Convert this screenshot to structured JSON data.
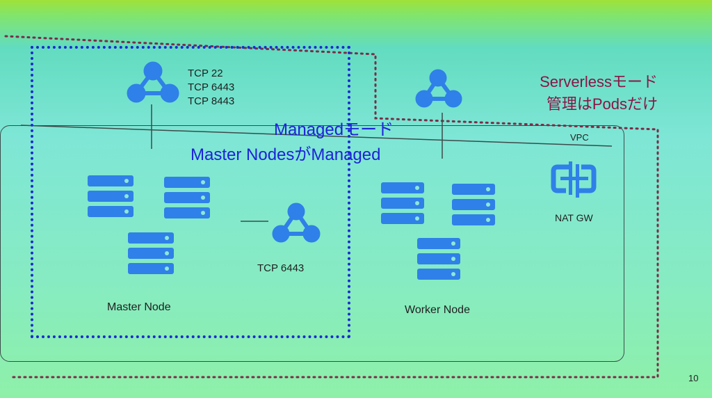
{
  "serverless": {
    "line1": "Serverlessモード",
    "line2": "管理はPodsだけ"
  },
  "managed": {
    "line1": "Managedモード",
    "line2": "Master NodesがManaged"
  },
  "vpc": {
    "label": "VPC"
  },
  "master": {
    "ports": [
      "TCP 22",
      "TCP 6443",
      "TCP 8443"
    ],
    "lb_port": "TCP 6443",
    "label": "Master Node"
  },
  "worker": {
    "label": "Worker Node"
  },
  "nat": {
    "label": "NAT GW"
  },
  "page_number": "10",
  "colors": {
    "icon": "#2f80e8",
    "managed_text": "#1d23d8",
    "serverless_text": "#8a1545",
    "managed_dots": "#1b2bd0",
    "serverless_dots": "#7a2c48"
  },
  "icons": [
    "share-triangle-icon",
    "server-stack-icon",
    "nat-gateway-icon"
  ]
}
